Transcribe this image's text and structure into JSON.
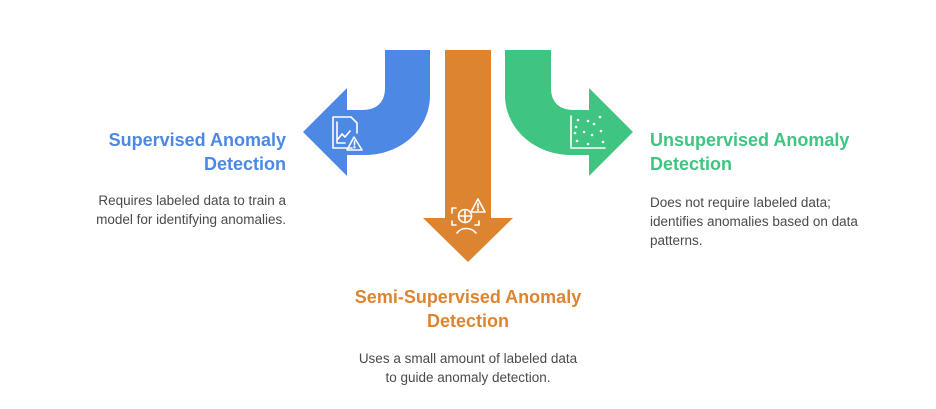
{
  "colors": {
    "supervised": "#4C88E4",
    "semi_supervised": "#DD8430",
    "unsupervised": "#3FC482",
    "description_text": "#4a4a4a",
    "icon_stroke": "#ffffff"
  },
  "branches": [
    {
      "id": "supervised",
      "title_line1": "Supervised Anomaly",
      "title_line2": "Detection",
      "description_line1": "Requires labeled data to train a",
      "description_line2": "model for identifying anomalies.",
      "icon": "chart-document-warning-icon",
      "direction": "left"
    },
    {
      "id": "semi_supervised",
      "title_line1": "Semi-Supervised Anomaly",
      "title_line2": "Detection",
      "description_line1": "Uses a small amount of labeled data",
      "description_line2": "to guide anomaly detection.",
      "icon": "globe-scan-warning-icon",
      "direction": "down"
    },
    {
      "id": "unsupervised",
      "title_line1": "Unsupervised Anomaly",
      "title_line2": "Detection",
      "description_line1": "Does not require labeled data;",
      "description_line2": "identifies anomalies based on data",
      "description_line3": "patterns.",
      "icon": "scatter-plot-icon",
      "direction": "right"
    }
  ]
}
